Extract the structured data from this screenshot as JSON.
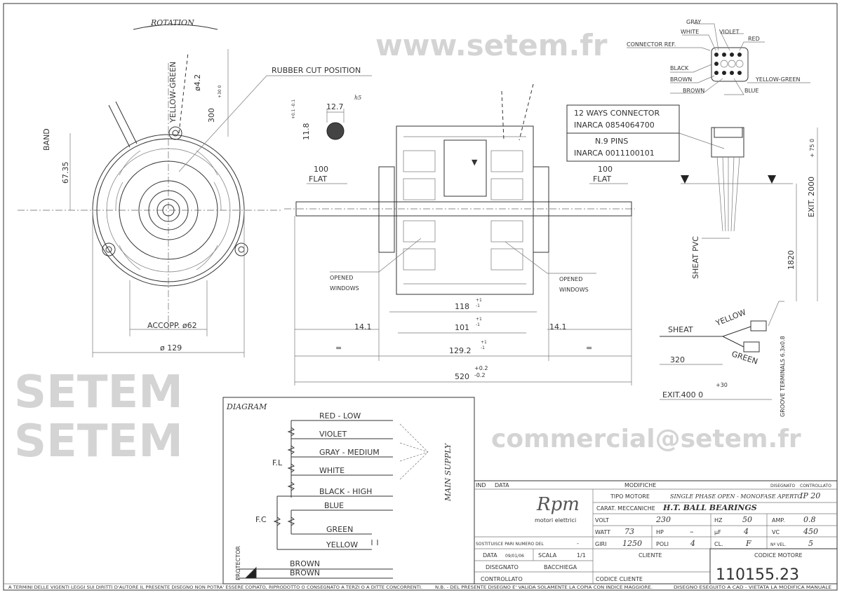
{
  "front_view": {
    "rotation": "ROTATION",
    "band": "BAND",
    "yellow_green": "YELLOW-GREEN",
    "wire_dia": "ø4.2",
    "wire_len": "300",
    "wire_len_tol": "+30 0",
    "rubber_cut": "RUBBER CUT POSITION",
    "height_dim": "67.35",
    "accopp": "ACCOPP. ø62",
    "diameter": "ø 129"
  },
  "section": {
    "width": "12.7",
    "fit": "h5",
    "height": "11.8",
    "tol": "+0.1 -0.1"
  },
  "side_view": {
    "flat_value": "100",
    "flat_label": "FLAT",
    "opened_windows_1": "OPENED",
    "opened_windows_2": "WINDOWS",
    "dim_118": "118",
    "dim_101": "101",
    "dim_tol_1": "+1",
    "dim_tol_2": "-1",
    "dim_14": "14.1",
    "dim_129": "129.2",
    "equal": "=",
    "dim_520": "520",
    "dim_520_tol_plus": "+0.2",
    "dim_520_tol_minus": "-0.2"
  },
  "connector": {
    "gray": "GRAY",
    "white": "WHITE",
    "violet": "VIOLET",
    "red": "RED",
    "ref": "CONNECTOR REF.",
    "black": "BLACK",
    "brown": "BROWN",
    "yellow_green": "YELLOW-GREEN",
    "blue": "BLUE",
    "box_line1": "12 WAYS CONNECTOR",
    "box_line2": "INARCA 0854064700",
    "box_line3": "N.9 PINS",
    "box_line4": "INARCA 0011100101",
    "tol": "+ 75 0",
    "exit": "EXIT. 2000",
    "sheat_pvc": "SHEAT PVC",
    "dim_1820": "1820"
  },
  "capacitor_leads": {
    "sheat": "SHEAT",
    "yellow": "YELLOW",
    "green": "GREEN",
    "dim_320": "320",
    "exit": "EXIT.400 0",
    "exit_tol": "+30",
    "groove": "GROOVE TERMINALS 6.3x0.8"
  },
  "diagram": {
    "title": "DIAGRAM",
    "leads": [
      "RED - LOW",
      "VIOLET",
      "GRAY - MEDIUM",
      "WHITE",
      "BLACK - HIGH",
      "BLUE",
      "GREEN",
      "YELLOW"
    ],
    "fl": "F.L",
    "fc": "F.C",
    "protector": "PROTECTOR",
    "brown": "BROWN",
    "main_supply": "MAIN SUPPLY"
  },
  "title_block": {
    "ind": "IND",
    "data": "DATA",
    "modifiche": "MODIFICHE",
    "disegnato_h": "DISEGNATO",
    "controllato_h": "CONTROLLATO",
    "logo": "Rpm",
    "logo_sub": "motori elettrici",
    "tipo_motore_label": "TIPO MOTORE",
    "tipo_motore": "SINGLE PHASE OPEN - MONOFASE APERTO",
    "ip": "IP 20",
    "carat_label": "CARAT. MECCANICHE",
    "carat": "H.T. BALL BEARINGS",
    "volt_label": "VOLT",
    "volt": "230",
    "hz_label": "HZ",
    "hz": "50",
    "amp_label": "AMP.",
    "amp": "0.8",
    "watt_label": "WATT",
    "watt": "73",
    "hp_label": "HP",
    "hp": "–",
    "uf_label": "µF",
    "uf": "4",
    "vc_label": "VC",
    "vc": "450",
    "giri_label": "GIRI",
    "giri": "1250",
    "poli_label": "POLI",
    "poli": "4",
    "cl_label": "CL.",
    "cl": "F",
    "vel_label": "Nº VEL.",
    "vel": "5",
    "sostituisce": "SOSTITUISCE PARI NUMERO DEL",
    "sostituisce_val": "-",
    "data_label": "DATA",
    "data_val": "09/01/06",
    "scala_label": "SCALA",
    "scala_val": "1/1",
    "disegnato_label": "DISEGNATO",
    "disegnato_val": "BACCHIEGA",
    "controllato_label": "CONTROLLATO",
    "cliente_label": "CLIENTE",
    "codice_cliente_label": "CODICE CLIENTE",
    "codice_motore_label": "CODICE MOTORE",
    "codice_motore": "110155.23"
  },
  "footer": {
    "left": "A TERMINI DELLE VIGENTI LEGGI SUI DIRITTI D'AUTORE IL PRESENTE DISEGNO NON POTRA' ESSERE COPIATO, RIPRODOTTO O CONSEGNATO A TERZI O A DITTE CONCORRENTI.",
    "middle": "N.B. - DEL PRESENTE DISEGNO E' VALIDA SOLAMENTE LA COPIA CON INDICE MAGGIORE.",
    "right": "DISEGNO ESEGUITO A CAD - VIETATA LA MODIFICA MANUALE"
  },
  "watermark": {
    "url": "www.setem.fr",
    "brand": "SETEM SETEM",
    "email": "commercial@setem.fr"
  }
}
